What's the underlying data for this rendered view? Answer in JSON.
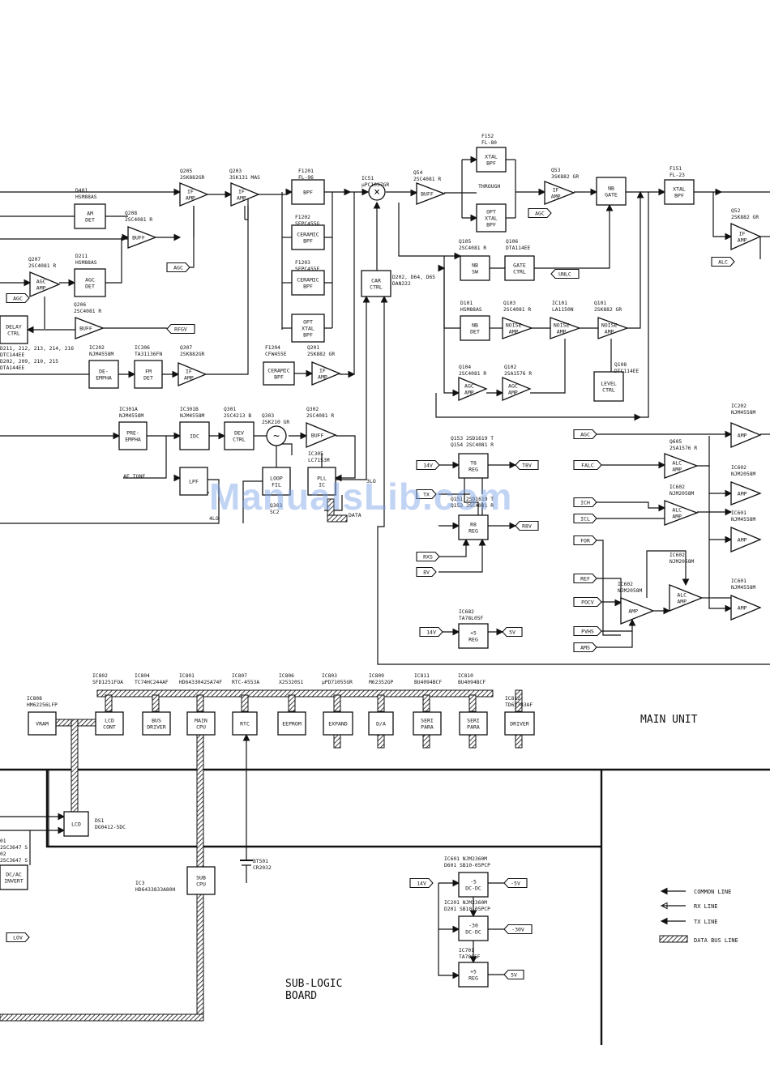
{
  "watermark": "ManualsLib.com",
  "section_labels": {
    "main": "MAIN UNIT",
    "sub1": "SUB-LOGIC",
    "sub2": "BOARD"
  },
  "legend": [
    "COMMON LINE",
    "RX LINE",
    "TX LINE",
    "DATA BUS LINE"
  ],
  "blocks": [
    {
      "id": "q205",
      "lines": [
        "IF",
        "AMP"
      ],
      "kind": "tri"
    },
    {
      "id": "q203",
      "lines": [
        "IF",
        "AMP"
      ],
      "kind": "tri"
    },
    {
      "id": "f1201",
      "lines": [
        "BPF"
      ],
      "kind": "box"
    },
    {
      "id": "f1202",
      "lines": [
        "CERAMIC",
        "BPF"
      ],
      "kind": "box"
    },
    {
      "id": "f1203",
      "lines": [
        "CERAMIC",
        "BPF"
      ],
      "kind": "box"
    },
    {
      "id": "optx1",
      "lines": [
        "OPT",
        "XTAL",
        "BPF"
      ],
      "kind": "box"
    },
    {
      "id": "f1204",
      "lines": [
        "CERAMIC",
        "BPF"
      ],
      "kind": "box"
    },
    {
      "id": "q201",
      "lines": [
        "IF",
        "AMP"
      ],
      "kind": "tri"
    },
    {
      "id": "q54",
      "lines": [
        "BUFF"
      ],
      "kind": "tri"
    },
    {
      "id": "fl80",
      "lines": [
        "XTAL",
        "BPF"
      ],
      "kind": "box"
    },
    {
      "id": "optx2",
      "lines": [
        "OPT",
        "XTAL",
        "BPF"
      ],
      "kind": "box"
    },
    {
      "id": "q53",
      "lines": [
        "IF",
        "AMP"
      ],
      "kind": "tri"
    },
    {
      "id": "nbgate",
      "lines": [
        "NB",
        "GATE"
      ],
      "kind": "box"
    },
    {
      "id": "fl23",
      "lines": [
        "XTAL",
        "BPF"
      ],
      "kind": "box"
    },
    {
      "id": "q52",
      "lines": [
        "IF",
        "AMP"
      ],
      "kind": "tri"
    },
    {
      "id": "d401",
      "lines": [
        "AM",
        "DET"
      ],
      "kind": "box"
    },
    {
      "id": "q208",
      "lines": [
        "BUFF"
      ],
      "kind": "tri"
    },
    {
      "id": "d211",
      "lines": [
        "AGC",
        "DET"
      ],
      "kind": "box"
    },
    {
      "id": "q207",
      "lines": [
        "AGC",
        "AMP"
      ],
      "kind": "tri"
    },
    {
      "id": "q206",
      "lines": [
        "BUFF"
      ],
      "kind": "tri"
    },
    {
      "id": "delay",
      "lines": [
        "DELAY",
        "CTRL"
      ],
      "kind": "box"
    },
    {
      "id": "deemph",
      "lines": [
        "DE-",
        "EMPHA"
      ],
      "kind": "box"
    },
    {
      "id": "fmdet",
      "lines": [
        "FM",
        "DET"
      ],
      "kind": "box"
    },
    {
      "id": "q307",
      "lines": [
        "IF",
        "AMP"
      ],
      "kind": "tri"
    },
    {
      "id": "carctrl",
      "lines": [
        "CAR",
        "CTRL"
      ],
      "kind": "box"
    },
    {
      "id": "q105",
      "lines": [
        "NB",
        "SW"
      ],
      "kind": "box"
    },
    {
      "id": "q106",
      "lines": [
        "GATE",
        "CTRL"
      ],
      "kind": "box"
    },
    {
      "id": "d101",
      "lines": [
        "NB",
        "DET"
      ],
      "kind": "box"
    },
    {
      "id": "q103",
      "lines": [
        "NOISE",
        "AMP"
      ],
      "kind": "tri"
    },
    {
      "id": "ic101",
      "lines": [
        "NOISE",
        "AMP"
      ],
      "kind": "tri"
    },
    {
      "id": "q101",
      "lines": [
        "NOISE",
        "AMP"
      ],
      "kind": "tri"
    },
    {
      "id": "q104",
      "lines": [
        "AGC",
        "AMP"
      ],
      "kind": "tri"
    },
    {
      "id": "q102",
      "lines": [
        "AGC",
        "AMP"
      ],
      "kind": "tri"
    },
    {
      "id": "levelctrl",
      "lines": [
        "LEVEL",
        "CTRL"
      ],
      "kind": "box"
    },
    {
      "id": "preemph",
      "lines": [
        "PRE-",
        "EMPHA"
      ],
      "kind": "box"
    },
    {
      "id": "idc",
      "lines": [
        "IDC"
      ],
      "kind": "box"
    },
    {
      "id": "devctrl",
      "lines": [
        "DEV",
        "CTRL"
      ],
      "kind": "box"
    },
    {
      "id": "q302",
      "lines": [
        "BUFF"
      ],
      "kind": "tri"
    },
    {
      "id": "lpf",
      "lines": [
        "LPF"
      ],
      "kind": "box"
    },
    {
      "id": "loopfil",
      "lines": [
        "LOOP",
        "FIL"
      ],
      "kind": "box"
    },
    {
      "id": "pllic",
      "lines": [
        "PLL",
        "IC"
      ],
      "kind": "box"
    },
    {
      "id": "t8reg",
      "lines": [
        "T8",
        "REG"
      ],
      "kind": "box"
    },
    {
      "id": "r8reg",
      "lines": [
        "R8",
        "REG"
      ],
      "kind": "box"
    },
    {
      "id": "ic682",
      "lines": [
        "+5",
        "REG"
      ],
      "kind": "box"
    },
    {
      "id": "ic202amp",
      "lines": [
        "AMP"
      ],
      "kind": "tri"
    },
    {
      "id": "alc1",
      "lines": [
        "ALC",
        "AMP"
      ],
      "kind": "tri"
    },
    {
      "id": "ic602a",
      "lines": [
        "AMP"
      ],
      "kind": "tri"
    },
    {
      "id": "alc2",
      "lines": [
        "ALC",
        "AMP"
      ],
      "kind": "tri"
    },
    {
      "id": "ic601a",
      "lines": [
        "AMP"
      ],
      "kind": "tri"
    },
    {
      "id": "alc3",
      "lines": [
        "ALC",
        "AMP"
      ],
      "kind": "tri"
    },
    {
      "id": "ampm",
      "lines": [
        "AMP"
      ],
      "kind": "tri"
    },
    {
      "id": "ic601b",
      "lines": [
        "AMP"
      ],
      "kind": "tri"
    },
    {
      "id": "vram",
      "lines": [
        "VRAM"
      ],
      "kind": "box"
    },
    {
      "id": "lcdcont",
      "lines": [
        "LCD",
        "CONT"
      ],
      "kind": "box"
    },
    {
      "id": "busdrv",
      "lines": [
        "BUS",
        "DRIVER"
      ],
      "kind": "box"
    },
    {
      "id": "maincpu",
      "lines": [
        "MAIN",
        "CPU"
      ],
      "kind": "box"
    },
    {
      "id": "rtc",
      "lines": [
        "RTC"
      ],
      "kind": "box"
    },
    {
      "id": "eeprom",
      "lines": [
        "EEPROM"
      ],
      "kind": "box"
    },
    {
      "id": "expand",
      "lines": [
        "EXPAND"
      ],
      "kind": "box"
    },
    {
      "id": "da",
      "lines": [
        "D/A"
      ],
      "kind": "box"
    },
    {
      "id": "seri1",
      "lines": [
        "SERI",
        "PARA"
      ],
      "kind": "box"
    },
    {
      "id": "seri2",
      "lines": [
        "SERI",
        "PARA"
      ],
      "kind": "box"
    },
    {
      "id": "driver",
      "lines": [
        "DRIVER"
      ],
      "kind": "box"
    },
    {
      "id": "lcd",
      "lines": [
        "LCD"
      ],
      "kind": "box"
    },
    {
      "id": "dcac",
      "lines": [
        "DC/AC",
        "INVERT"
      ],
      "kind": "box"
    },
    {
      "id": "subcpu",
      "lines": [
        "SUB",
        "CPU"
      ],
      "kind": "box"
    },
    {
      "id": "dcdc5",
      "lines": [
        "-5",
        "DC-DC"
      ],
      "kind": "box"
    },
    {
      "id": "dcdc30",
      "lines": [
        "-30",
        "DC-DC"
      ],
      "kind": "box"
    },
    {
      "id": "ic701",
      "lines": [
        "+5",
        "REG"
      ],
      "kind": "box"
    }
  ],
  "part_labels": [
    {
      "id": "q205",
      "lines": [
        "Q205",
        "2SK882GR"
      ]
    },
    {
      "id": "q203",
      "lines": [
        "Q203",
        "3SK131 MAS"
      ]
    },
    {
      "id": "f1201",
      "lines": [
        "F1201",
        "FL-96"
      ]
    },
    {
      "id": "ic51",
      "lines": [
        "IC51",
        "μPC1037GR"
      ]
    },
    {
      "id": "q54",
      "lines": [
        "Q54",
        "2SC4081 R"
      ]
    },
    {
      "id": "f152",
      "lines": [
        "F152",
        "FL-80"
      ]
    },
    {
      "id": "q53",
      "lines": [
        "Q53",
        "3SK882 GR"
      ]
    },
    {
      "id": "f151",
      "lines": [
        "F151",
        "FL-23"
      ]
    },
    {
      "id": "q52",
      "lines": [
        "Q52",
        "2SK882 GR"
      ]
    },
    {
      "id": "d401",
      "lines": [
        "D401",
        "HSM88AS"
      ]
    },
    {
      "id": "q208",
      "lines": [
        "Q208",
        "2SC4081 R"
      ]
    },
    {
      "id": "f1202",
      "lines": [
        "F1202",
        "SFPC455G"
      ]
    },
    {
      "id": "d211",
      "lines": [
        "D211",
        "HSM88AS"
      ]
    },
    {
      "id": "q207",
      "lines": [
        "Q207",
        "2SC4081 R"
      ]
    },
    {
      "id": "f1203",
      "lines": [
        "F1203",
        "SFPC455E"
      ]
    },
    {
      "id": "q206",
      "lines": [
        "Q206",
        "2SC4081 R"
      ]
    },
    {
      "id": "d202",
      "lines": [
        "D202, D64, D65",
        "DAN222"
      ]
    },
    {
      "id": "q105",
      "lines": [
        "Q105",
        "2SC4081 R"
      ]
    },
    {
      "id": "q106",
      "lines": [
        "Q106",
        "DTA114EE"
      ]
    },
    {
      "id": "d101",
      "lines": [
        "D101",
        "HSM88AS"
      ]
    },
    {
      "id": "q103",
      "lines": [
        "Q103",
        "2SC4081 R"
      ]
    },
    {
      "id": "ic101",
      "lines": [
        "IC101",
        "LA1150N"
      ]
    },
    {
      "id": "q101",
      "lines": [
        "Q101",
        "2SK882 GR"
      ]
    },
    {
      "id": "dtc",
      "lines": [
        "D211, 212, 213, 214, 216",
        "DTC144EE",
        "D202, 209, 210, 215",
        "DTA144EE"
      ]
    },
    {
      "id": "ic202",
      "lines": [
        "IC202",
        "NJM4558M"
      ]
    },
    {
      "id": "ic306",
      "lines": [
        "IC306",
        "TA31136FN"
      ]
    },
    {
      "id": "q307",
      "lines": [
        "Q307",
        "2SK882GR"
      ]
    },
    {
      "id": "f1204",
      "lines": [
        "F1204",
        "CFW455E"
      ]
    },
    {
      "id": "q201",
      "lines": [
        "Q201",
        "2SK882 GR"
      ]
    },
    {
      "id": "q104",
      "lines": [
        "Q104",
        "2SC4081 R"
      ]
    },
    {
      "id": "q102",
      "lines": [
        "Q102",
        "2SA1576 R"
      ]
    },
    {
      "id": "q108",
      "lines": [
        "Q108",
        "DTC114EE"
      ]
    },
    {
      "id": "ic301a",
      "lines": [
        "IC301A",
        "NJM4558M"
      ]
    },
    {
      "id": "ic301b",
      "lines": [
        "IC301B",
        "NJM4558M"
      ]
    },
    {
      "id": "q301",
      "lines": [
        "Q301",
        "2SC4213 B"
      ]
    },
    {
      "id": "q303",
      "lines": [
        "Q303",
        "2SK210 GR"
      ]
    },
    {
      "id": "q302",
      "lines": [
        "Q302",
        "2SC4081 R"
      ]
    },
    {
      "id": "ic202r",
      "lines": [
        "IC202",
        "NJM4558M"
      ]
    },
    {
      "id": "q153",
      "lines": [
        "Q153  2SD1619 T",
        "Q154  2SC4081 R"
      ]
    },
    {
      "id": "ic305",
      "lines": [
        "IC305",
        "LC7153M"
      ]
    },
    {
      "id": "q605",
      "lines": [
        "Q605",
        "2SA1576 R"
      ]
    },
    {
      "id": "ic602r1",
      "lines": [
        "IC602",
        "NJM2058M"
      ]
    },
    {
      "id": "ic602r2",
      "lines": [
        "IC602",
        "NJM2058M"
      ]
    },
    {
      "id": "ic601r1",
      "lines": [
        "IC601",
        "NJM4558M"
      ]
    },
    {
      "id": "q303b",
      "lines": [
        "Q303",
        "SC2"
      ]
    },
    {
      "id": "q151",
      "lines": [
        "Q151  2SD1619 T",
        "Q152  2SC4081 R"
      ]
    },
    {
      "id": "ic602r3",
      "lines": [
        "IC602",
        "NJM2058M"
      ]
    },
    {
      "id": "ic602m",
      "lines": [
        "IC602",
        "NJM2058M"
      ]
    },
    {
      "id": "ic601r2",
      "lines": [
        "IC601",
        "NJM4558M"
      ]
    },
    {
      "id": "ic682",
      "lines": [
        "IC682",
        "TA78L05F"
      ]
    },
    {
      "id": "ic802",
      "lines": [
        "IC802",
        "SFD1251FOA"
      ]
    },
    {
      "id": "ic804",
      "lines": [
        "IC804",
        "TC74HC244AF"
      ]
    },
    {
      "id": "ic801",
      "lines": [
        "IC801",
        "HD6433042SA74F"
      ]
    },
    {
      "id": "ic807",
      "lines": [
        "IC807",
        "RTC-4553A"
      ]
    },
    {
      "id": "ic806",
      "lines": [
        "IC806",
        "X25320S1"
      ]
    },
    {
      "id": "ic803",
      "lines": [
        "IC803",
        "μPD71055GR"
      ]
    },
    {
      "id": "ic809",
      "lines": [
        "IC809",
        "M62352GP"
      ]
    },
    {
      "id": "ic811",
      "lines": [
        "IC811",
        "BU4094BCF"
      ]
    },
    {
      "id": "ic810",
      "lines": [
        "IC810",
        "BU4094BCF"
      ]
    },
    {
      "id": "ic808",
      "lines": [
        "IC808",
        "HM62256LFP"
      ]
    },
    {
      "id": "ic812",
      "lines": [
        "IC812",
        "TD62783AF"
      ]
    },
    {
      "id": "ds1",
      "lines": [
        "DS1",
        "DG0412-5DC"
      ]
    },
    {
      "id": "q01",
      "lines": [
        "01",
        "2SC3647 S",
        "02",
        "2SC3647 S"
      ]
    },
    {
      "id": "bt501",
      "lines": [
        "BT501",
        "CR2032"
      ]
    },
    {
      "id": "ic3",
      "lines": [
        "IC3",
        "HD6433833A80H"
      ]
    },
    {
      "id": "ic601d",
      "lines": [
        "IC601  NJM2360M",
        "D601   SB10-05PCP"
      ]
    },
    {
      "id": "ic201d",
      "lines": [
        "IC201  NJM2360M",
        "D201   SB10-05PCP"
      ]
    },
    {
      "id": "ic701",
      "lines": [
        "IC701",
        "TA7805F"
      ]
    }
  ],
  "tags": [
    "AGC",
    "AGC",
    "RFGV",
    "AGC",
    "UNLC",
    "AGC",
    "FALC",
    "ICH",
    "ICL",
    "FOR",
    "REF",
    "POCV",
    "PVHS",
    "AMS",
    "ALC",
    "14V",
    "T8V",
    "TX",
    "R8V",
    "RXS",
    "8V",
    "14V",
    "5V",
    "LOV",
    "14V",
    "-5V",
    "-30V",
    "5V"
  ],
  "plain_labels": [
    "AF TONE",
    "4LO",
    "3LO",
    "DATA",
    "THROUGH"
  ]
}
